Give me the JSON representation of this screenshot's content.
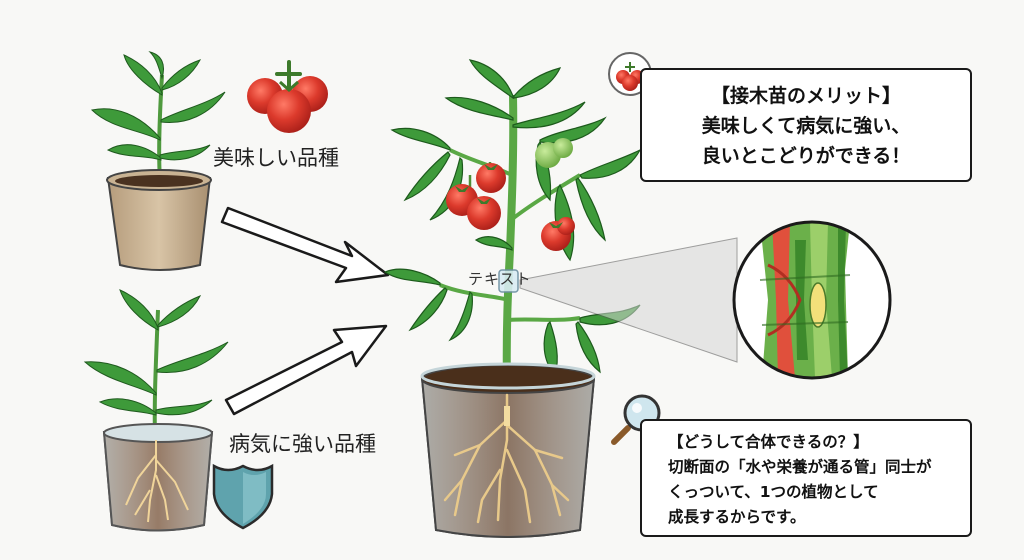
{
  "labels": {
    "good_variety": "美味しい品種",
    "strong_variety": "病気に強い品種",
    "graft_point": "テキスト"
  },
  "merit_box": {
    "title": "【接木苗のメリット】",
    "line1": "美味しくて病気に強い、",
    "line2": "良いとこどりができる！"
  },
  "explain_box": {
    "title": "【どうして合体できるの？】",
    "line1": "切断面の「水や栄養が通る管」同士が",
    "line2": "くっついて、1つの植物として",
    "line3": "成長するからです。"
  },
  "colors": {
    "leaf": "#3e9a3a",
    "stem": "#5aa845",
    "tomato": "#d8332a",
    "green_tomato": "#8cc65a",
    "pot_clay": "#c9b393",
    "soil": "#5a3a22",
    "root": "#e8c98a",
    "shield": "#5fa3ad",
    "vessel_red": "#e0503c"
  },
  "icons": [
    "tomato-cluster-icon",
    "shield-icon",
    "magnifier-icon",
    "tomato-badge-icon"
  ]
}
